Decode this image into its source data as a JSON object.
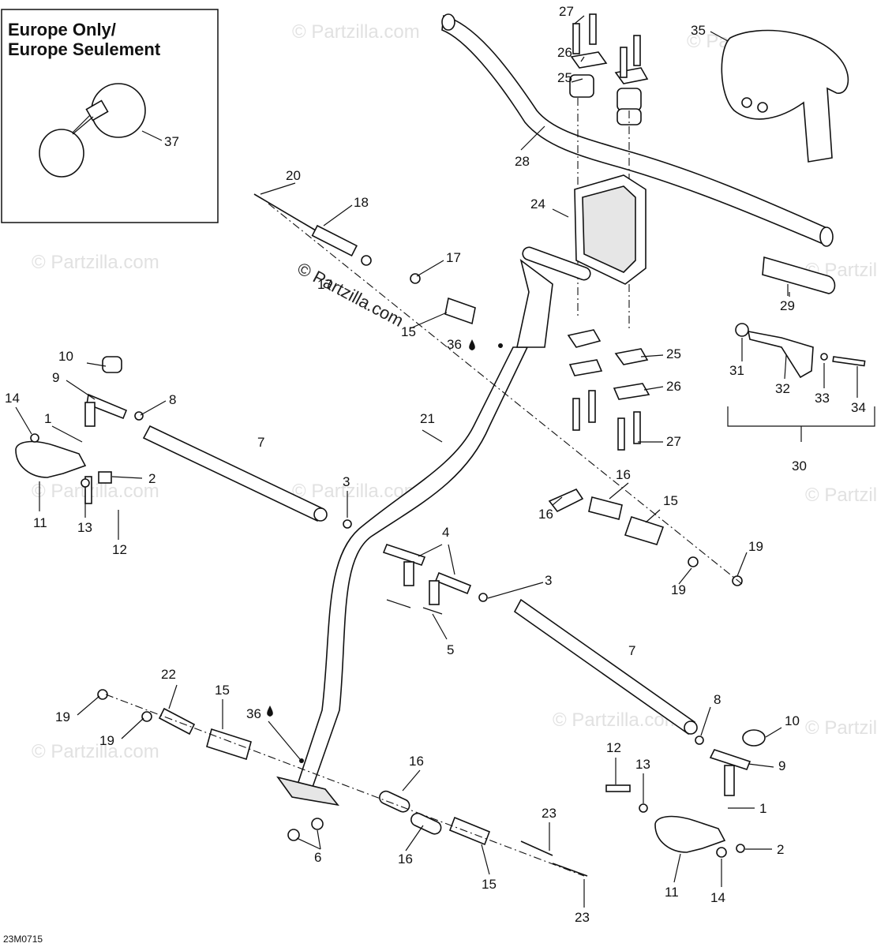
{
  "inset": {
    "title_line1": "Europe Only/",
    "title_line2": "Europe Seulement"
  },
  "watermark": "© Partzilla.com",
  "drawing_code": "23M0715",
  "labels": {
    "l1a": "1",
    "l1b": "1",
    "l2a": "2",
    "l2b": "2",
    "l3a": "3",
    "l3b": "3",
    "l4": "4",
    "l5": "5",
    "l6": "6",
    "l7a": "7",
    "l7b": "7",
    "l8a": "8",
    "l8b": "8",
    "l9a": "9",
    "l9b": "9",
    "l10a": "10",
    "l10b": "10",
    "l11a": "11",
    "l11b": "11",
    "l12a": "12",
    "l12b": "12",
    "l13a": "13",
    "l13b": "13",
    "l14a": "14",
    "l14b": "14",
    "l15a": "15",
    "l15b": "15",
    "l15c": "15",
    "l15d": "15",
    "l16a": "16",
    "l16b": "16",
    "l16c": "16",
    "l16d": "16",
    "l17a": "17",
    "l17b": "17",
    "l18": "18",
    "l19a": "19",
    "l19b": "19",
    "l19c": "19",
    "l19d": "19",
    "l20": "20",
    "l21": "21",
    "l22": "22",
    "l23a": "23",
    "l23b": "23",
    "l24": "24",
    "l25a": "25",
    "l25b": "25",
    "l26a": "26",
    "l26b": "26",
    "l27a": "27",
    "l27b": "27",
    "l28": "28",
    "l29": "29",
    "l30": "30",
    "l31": "31",
    "l32": "32",
    "l33": "33",
    "l34": "34",
    "l35": "35",
    "l36a": "36",
    "l36b": "36",
    "l37": "37"
  },
  "icons": {
    "lubricant": "oil-drop-icon"
  }
}
